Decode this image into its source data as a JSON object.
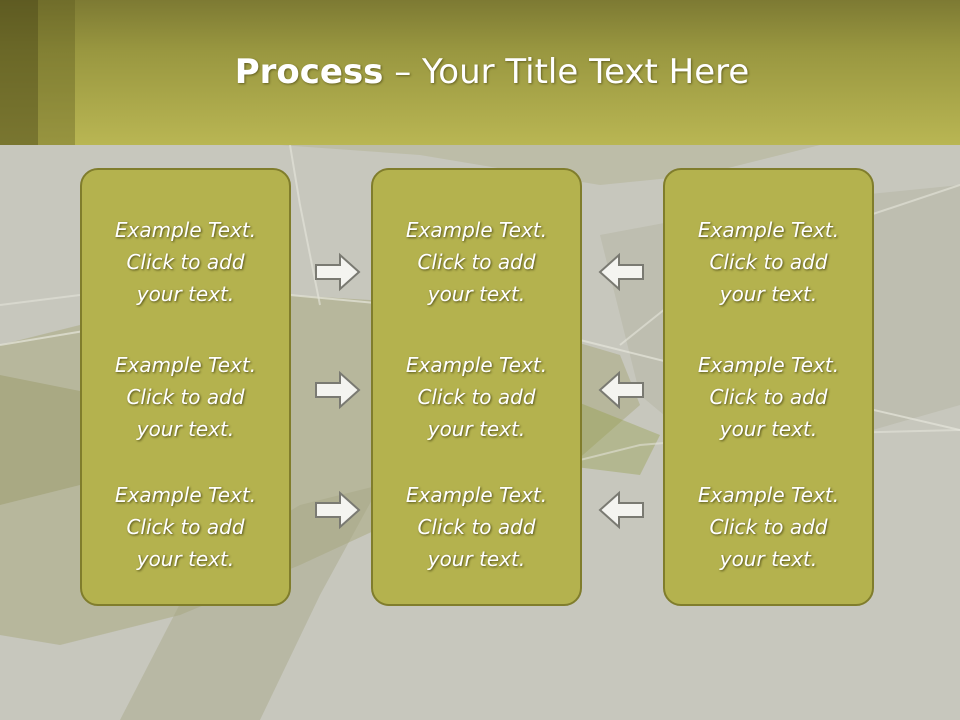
{
  "slide": {
    "title_bold": "Process",
    "title_rest": " – Your Title Text Here"
  },
  "columns": [
    {
      "entries": [
        {
          "line1": "Example Text.",
          "line2": "Click  to add",
          "line3": "your text."
        },
        {
          "line1": "Example Text.",
          "line2": "Click  to add",
          "line3": "your text."
        },
        {
          "line1": "Example Text.",
          "line2": "Click  to add",
          "line3": "your text."
        }
      ]
    },
    {
      "entries": [
        {
          "line1": "Example Text.",
          "line2": "Click  to add",
          "line3": "your text."
        },
        {
          "line1": "Example Text.",
          "line2": "Click  to add",
          "line3": "your text."
        },
        {
          "line1": "Example Text.",
          "line2": "Click  to add",
          "line3": "your text."
        }
      ]
    },
    {
      "entries": [
        {
          "line1": "Example Text.",
          "line2": "Click  to add",
          "line3": "your text."
        },
        {
          "line1": "Example Text.",
          "line2": "Click  to add",
          "line3": "your text."
        },
        {
          "line1": "Example Text.",
          "line2": "Click  to add",
          "line3": "your text."
        }
      ]
    }
  ],
  "arrows": {
    "left_group": "right-arrow-icon",
    "right_group": "left-arrow-icon"
  },
  "colors": {
    "header": "#b9b653",
    "box_fill": "#b4b24e",
    "box_border": "#807d2c",
    "background": "#c7c7bd"
  }
}
